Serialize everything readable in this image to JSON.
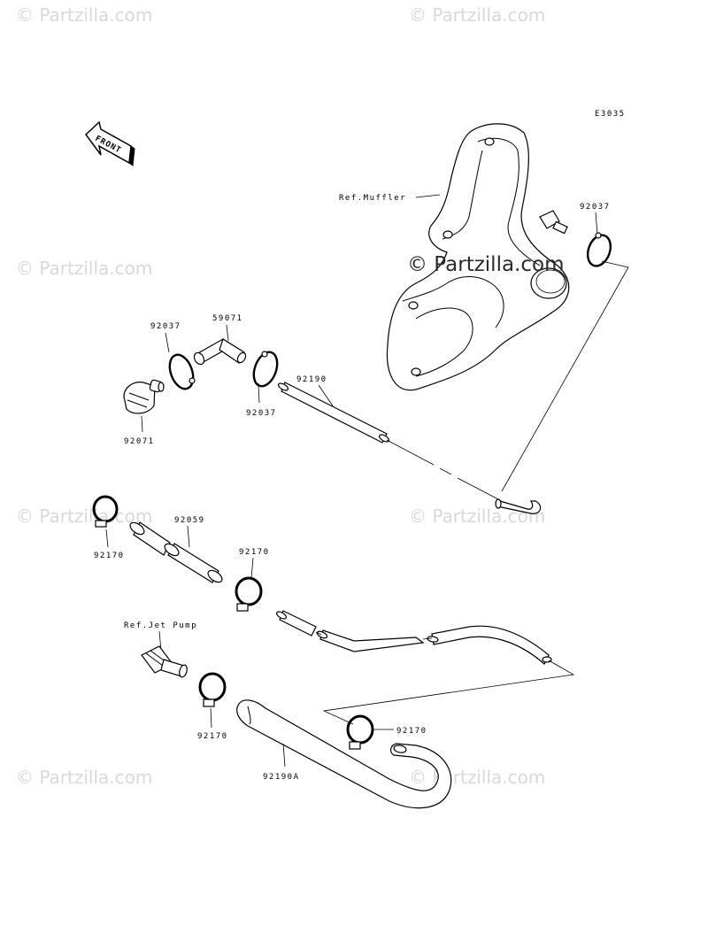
{
  "diagram_code": "E3035",
  "front_label": "FRONT",
  "watermark": "© Partzilla.com",
  "labels": {
    "ref_muffler": "Ref.Muffler",
    "ref_jet_pump": "Ref.Jet Pump",
    "p92037_a": "92037",
    "p92037_b": "92037",
    "p92037_c": "92037",
    "p59071": "59071",
    "p92071": "92071",
    "p92190": "92190",
    "p92170_a": "92170",
    "p92059": "92059",
    "p92170_b": "92170",
    "p92170_c": "92170",
    "p92170_d": "92170",
    "p92190A": "92190A"
  }
}
